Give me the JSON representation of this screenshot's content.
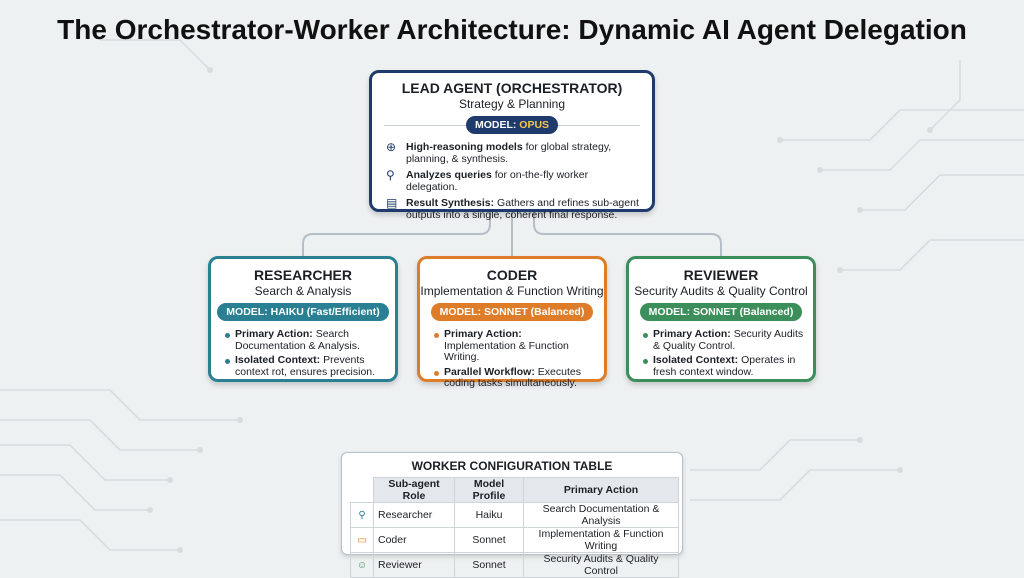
{
  "title": "The Orchestrator-Worker Architecture: Dynamic AI Agent Delegation",
  "lead": {
    "title": "LEAD AGENT (ORCHESTRATOR)",
    "subtitle": "Strategy & Planning",
    "badge_prefix": "MODEL: ",
    "badge_model": "OPUS",
    "points": [
      {
        "icon": "brain-icon",
        "bold": "High-reasoning models",
        "text": " for global strategy, planning, & synthesis."
      },
      {
        "icon": "search-people-icon",
        "bold": "Analyzes queries",
        "text": " for on-the-fly worker delegation."
      },
      {
        "icon": "document-check-icon",
        "bold": "Result Synthesis:",
        "text": " Gathers and refines sub-agent outputs into a single, coherent final response."
      }
    ]
  },
  "workers": {
    "researcher": {
      "title": "RESEARCHER",
      "subtitle": "Search & Analysis",
      "badge": "MODEL: HAIKU (Fast/Efficient)",
      "points": [
        {
          "bold": "Primary Action:",
          "text": " Search Documentation & Analysis."
        },
        {
          "bold": "Isolated Context:",
          "text": " Prevents context rot, ensures precision."
        }
      ]
    },
    "coder": {
      "title": "CODER",
      "subtitle": "Implementation & Function Writing",
      "badge": "MODEL: SONNET (Balanced)",
      "points": [
        {
          "bold": "Primary Action:",
          "text": " Implementation & Function Writing."
        },
        {
          "bold": "Parallel Workflow:",
          "text": " Executes coding tasks simultaneously."
        }
      ]
    },
    "reviewer": {
      "title": "REVIEWER",
      "subtitle": "Security Audits & Quality Control",
      "badge": "MODEL: SONNET (Balanced)",
      "points": [
        {
          "bold": "Primary Action:",
          "text": " Security Audits & Quality Control."
        },
        {
          "bold": "Isolated Context:",
          "text": " Operates in fresh context window."
        }
      ]
    }
  },
  "table": {
    "title": "WORKER CONFIGURATION TABLE",
    "headers": [
      "Sub-agent Role",
      "Model Profile",
      "Primary Action"
    ],
    "rows": [
      {
        "icon": "magnifier-icon",
        "role": "Researcher",
        "model": "Haiku",
        "action": "Search Documentation & Analysis"
      },
      {
        "icon": "code-window-icon",
        "role": "Coder",
        "model": "Sonnet",
        "action": "Implementation & Function Writing"
      },
      {
        "icon": "shield-user-icon",
        "role": "Reviewer",
        "model": "Sonnet",
        "action": "Security Audits & Quality Control"
      }
    ]
  },
  "colors": {
    "lead": "#1f3a6d",
    "researcher": "#2a7f93",
    "coder": "#dd7d2a",
    "reviewer": "#3c8f5a",
    "highlight": "#f3c64a"
  }
}
